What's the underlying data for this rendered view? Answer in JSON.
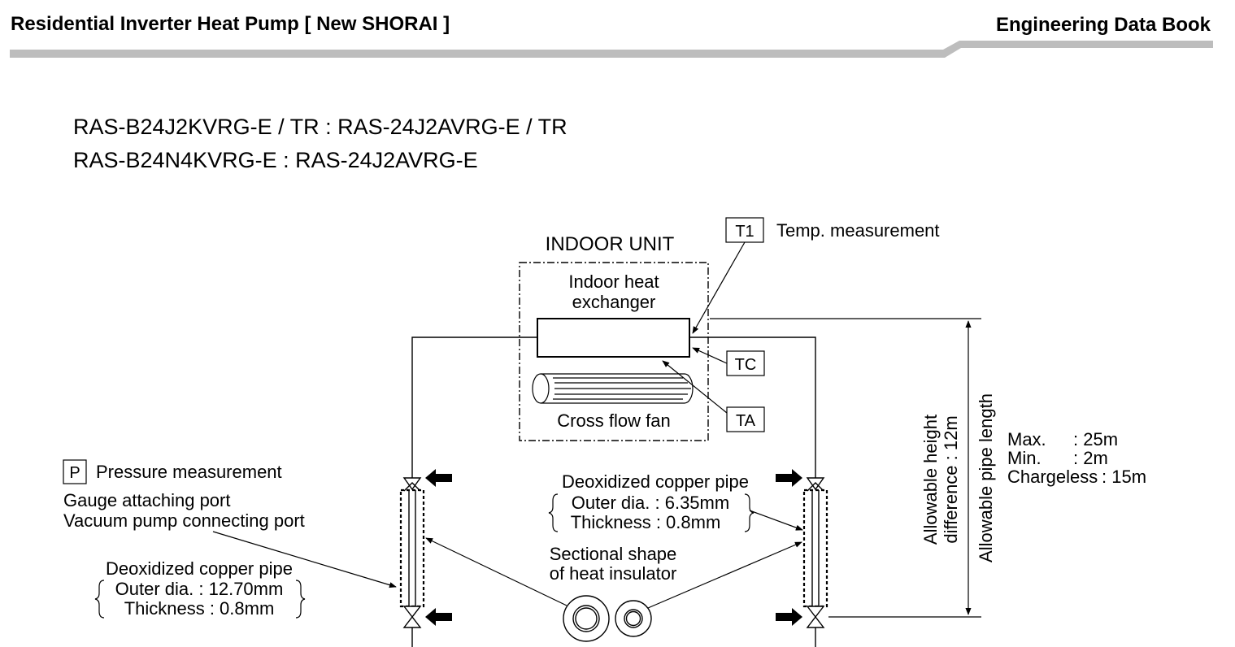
{
  "header": {
    "title": "Residential Inverter Heat Pump [ New SHORAI ]",
    "book": "Engineering Data Book"
  },
  "models": {
    "line1": "RAS-B24J2KVRG-E / TR : RAS-24J2AVRG-E / TR",
    "line2": "RAS-B24N4KVRG-E : RAS-24J2AVRG-E"
  },
  "diagram": {
    "indoor_unit": "INDOOR UNIT",
    "heat_exchanger": [
      "Indoor heat",
      "exchanger"
    ],
    "fan": "Cross flow fan",
    "sensors": {
      "t1": "T1",
      "tc": "TC",
      "ta": "TA",
      "p": "P"
    },
    "temp_measurement": "Temp. measurement",
    "pressure_measurement": "Pressure measurement",
    "gauge_port": [
      "Gauge attaching port",
      "Vacuum pump connecting port"
    ],
    "left_pipe": {
      "title": "Deoxidized copper pipe",
      "outer": "Outer dia. : 12.70mm",
      "thickness": "Thickness : 0.8mm"
    },
    "right_pipe": {
      "title": "Deoxidized copper pipe",
      "outer": "Outer dia.  : 6.35mm",
      "thickness": "Thickness : 0.8mm"
    },
    "insulator": [
      "Sectional shape",
      "of heat insulator"
    ],
    "height": [
      "Allowable  height",
      "difference : 12m"
    ],
    "pipe_length": "Allowable pipe length",
    "limits": {
      "max_label": "Max.",
      "max_value": ": 25m",
      "min_label": "Min.",
      "min_value": ":  2m",
      "chargeless_label": "Chargeless",
      "chargeless_value": ": 15m"
    }
  }
}
